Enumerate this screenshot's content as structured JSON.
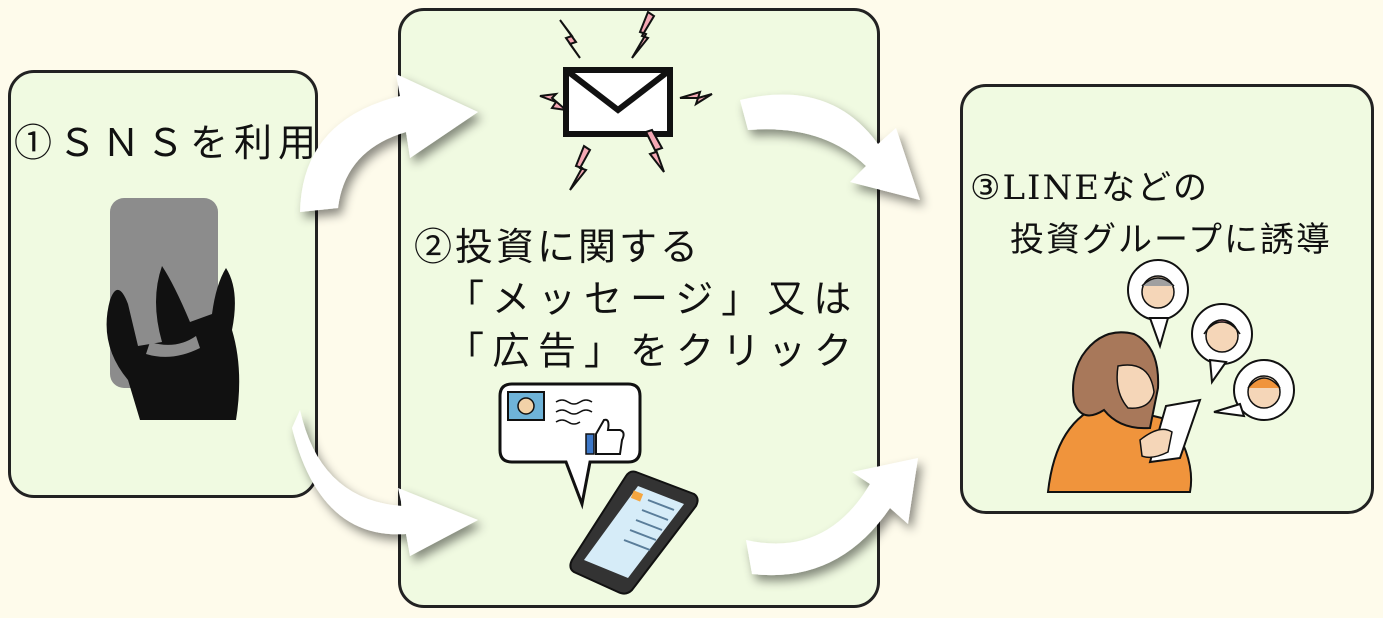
{
  "steps": {
    "step1": {
      "label": "①ＳＮＳを利用"
    },
    "step2": {
      "line1": "②投資に関する",
      "line2": "「メッセージ」又は",
      "line3": "「広告」をクリック"
    },
    "step3": {
      "line1": "③LINEなどの",
      "line2": "投資グループに誘導"
    }
  },
  "colors": {
    "page_background": "#fefbeb",
    "box_fill": "#f0fae1",
    "box_border": "#222222",
    "arrow_fill": "#ffffff",
    "lightning": "#f4a8b4",
    "person_shirt": "#f0943c",
    "person_hair": "#a8785a",
    "phone_screen": "#8c8c8c"
  },
  "icons": [
    "hand-holding-phone-icon",
    "envelope-icon",
    "lightning-icon",
    "speech-bubble-icon",
    "thumbs-up-icon",
    "smartphone-icon",
    "person-icon",
    "face-icon"
  ]
}
